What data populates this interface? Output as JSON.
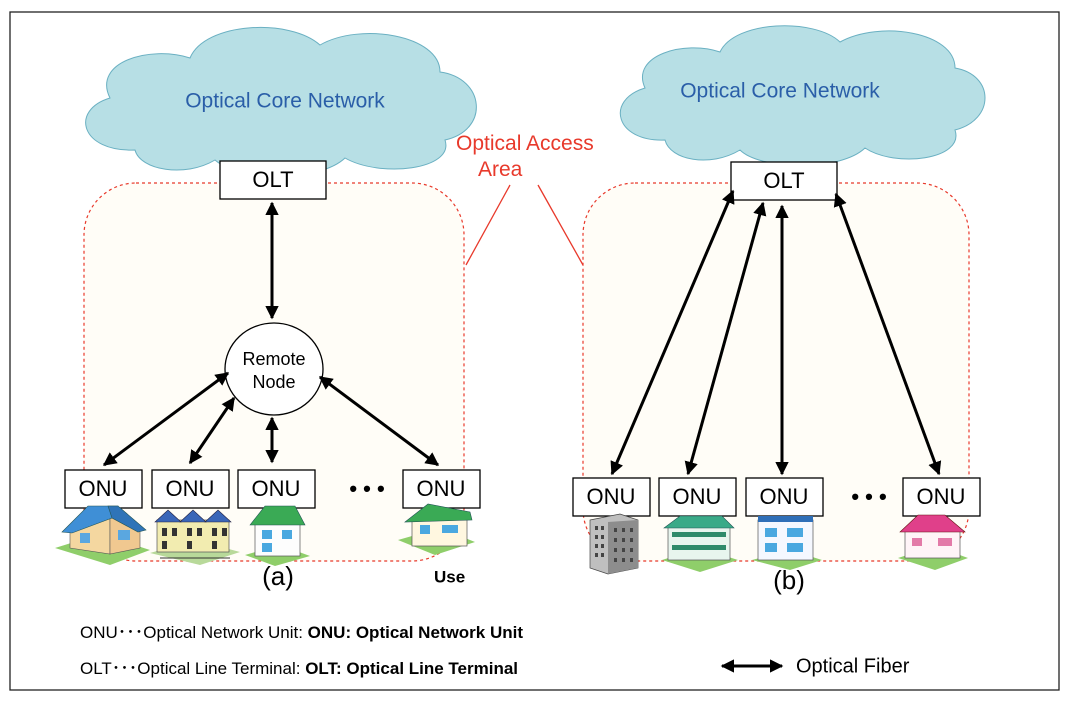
{
  "clouds": {
    "left_label": "Optical Core Network",
    "right_label": "Optical Core Network"
  },
  "access_area": {
    "line1": "Optical Access",
    "line2": "Area"
  },
  "left": {
    "olt": "OLT",
    "remote_node": {
      "line1": "Remote",
      "line2": "Node"
    },
    "onus": [
      "ONU",
      "ONU",
      "ONU",
      "ONU"
    ],
    "ellipsis": "• • •",
    "caption": "(a)",
    "use_label": "Use"
  },
  "right": {
    "olt": "OLT",
    "onus": [
      "ONU",
      "ONU",
      "ONU",
      "ONU"
    ],
    "ellipsis": "• • •",
    "caption": "(b)"
  },
  "legend": {
    "onu_prefix": "ONU･･･Optical Network Unit: ",
    "onu_bold": "ONU: Optical Network Unit",
    "olt_prefix": "OLT･･･Optical Line Terminal: ",
    "olt_bold": "OLT: Optical Line Terminal",
    "fiber": "Optical Fiber"
  },
  "colors": {
    "cloud_fill": "#b7dfe5",
    "cloud_text": "#2a5ea8",
    "access_red": "#e8392b",
    "area_fill": "#fffdf7"
  }
}
